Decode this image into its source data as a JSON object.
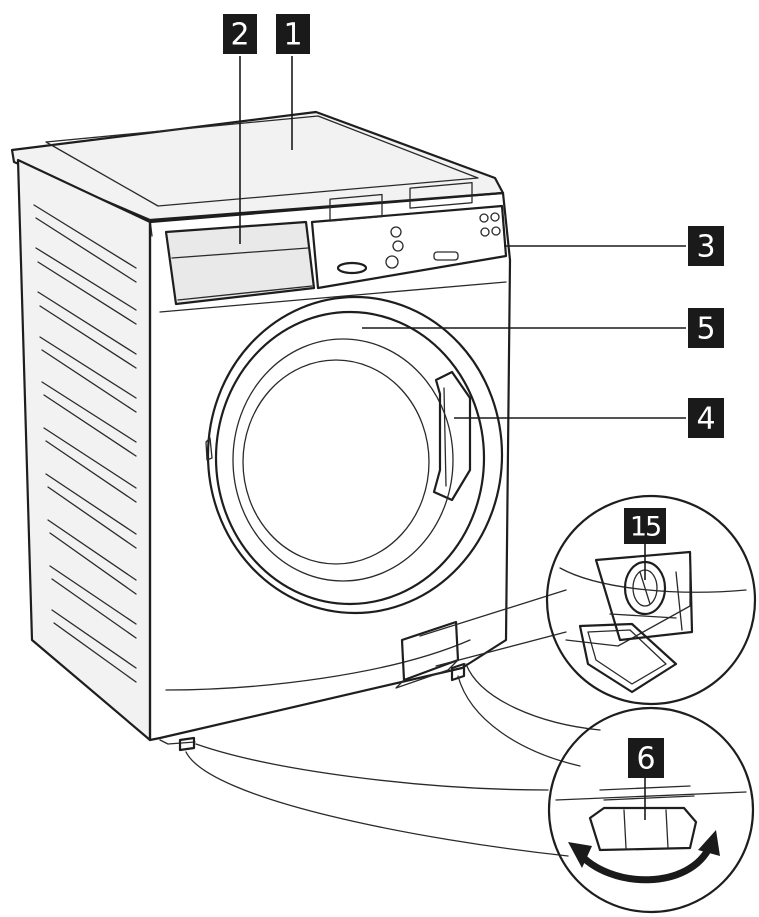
{
  "callouts": [
    {
      "id": "callout-1",
      "label": "1"
    },
    {
      "id": "callout-2",
      "label": "2"
    },
    {
      "id": "callout-3",
      "label": "3"
    },
    {
      "id": "callout-5",
      "label": "5"
    },
    {
      "id": "callout-4",
      "label": "4"
    },
    {
      "id": "callout-15",
      "label": "15"
    },
    {
      "id": "callout-6",
      "label": "6"
    }
  ],
  "colors": {
    "callout_background": "#1a1a1a",
    "callout_text": "#ffffff",
    "line_art": "#1e1e1e",
    "tint": "#cfcfcf"
  },
  "icons": [
    "washing-machine-illustration",
    "rotate-arrow-icon"
  ]
}
